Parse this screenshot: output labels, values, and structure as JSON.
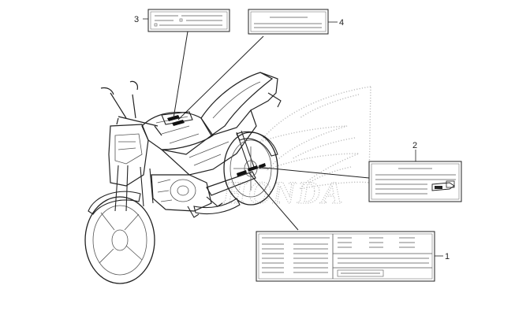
{
  "diagram": {
    "callouts": [
      {
        "id": "label-1",
        "number": "1"
      },
      {
        "id": "label-2",
        "number": "2"
      },
      {
        "id": "label-3",
        "number": "3"
      },
      {
        "id": "label-4",
        "number": "4"
      }
    ],
    "watermark": {
      "text": "HONDA"
    }
  }
}
